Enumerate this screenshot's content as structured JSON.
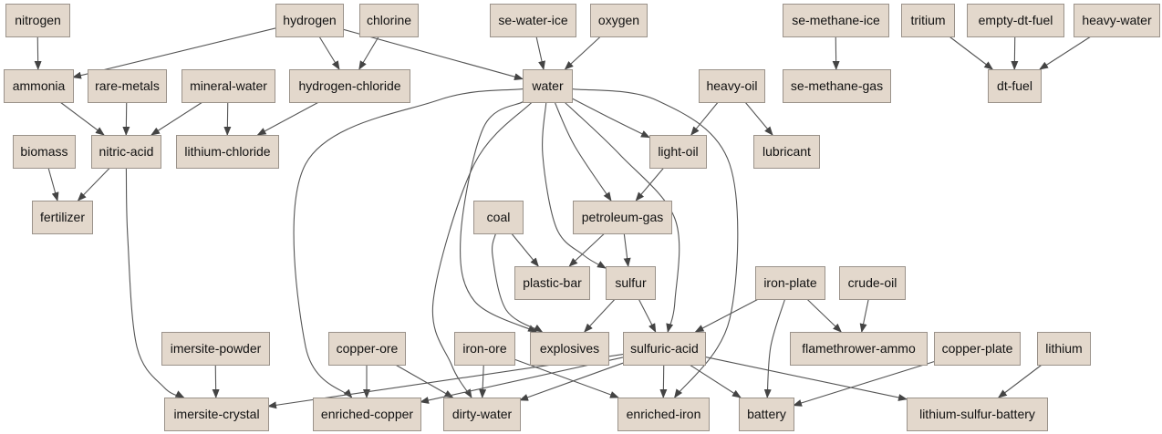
{
  "diagram": {
    "nodes": [
      {
        "id": "nitrogen",
        "label": "nitrogen"
      },
      {
        "id": "hydrogen",
        "label": "hydrogen"
      },
      {
        "id": "chlorine",
        "label": "chlorine"
      },
      {
        "id": "se-water-ice",
        "label": "se-water-ice"
      },
      {
        "id": "oxygen",
        "label": "oxygen"
      },
      {
        "id": "se-methane-ice",
        "label": "se-methane-ice"
      },
      {
        "id": "tritium",
        "label": "tritium"
      },
      {
        "id": "empty-dt-fuel",
        "label": "empty-dt-fuel"
      },
      {
        "id": "heavy-water",
        "label": "heavy-water"
      },
      {
        "id": "ammonia",
        "label": "ammonia"
      },
      {
        "id": "rare-metals",
        "label": "rare-metals"
      },
      {
        "id": "mineral-water",
        "label": "mineral-water"
      },
      {
        "id": "hydrogen-chloride",
        "label": "hydrogen-chloride"
      },
      {
        "id": "water",
        "label": "water"
      },
      {
        "id": "heavy-oil",
        "label": "heavy-oil"
      },
      {
        "id": "se-methane-gas",
        "label": "se-methane-gas"
      },
      {
        "id": "dt-fuel",
        "label": "dt-fuel"
      },
      {
        "id": "biomass",
        "label": "biomass"
      },
      {
        "id": "nitric-acid",
        "label": "nitric-acid"
      },
      {
        "id": "lithium-chloride",
        "label": "lithium-chloride"
      },
      {
        "id": "light-oil",
        "label": "light-oil"
      },
      {
        "id": "lubricant",
        "label": "lubricant"
      },
      {
        "id": "fertilizer",
        "label": "fertilizer"
      },
      {
        "id": "coal",
        "label": "coal"
      },
      {
        "id": "petroleum-gas",
        "label": "petroleum-gas"
      },
      {
        "id": "plastic-bar",
        "label": "plastic-bar"
      },
      {
        "id": "sulfur",
        "label": "sulfur"
      },
      {
        "id": "iron-plate",
        "label": "iron-plate"
      },
      {
        "id": "crude-oil",
        "label": "crude-oil"
      },
      {
        "id": "imersite-powder",
        "label": "imersite-powder"
      },
      {
        "id": "copper-ore",
        "label": "copper-ore"
      },
      {
        "id": "iron-ore",
        "label": "iron-ore"
      },
      {
        "id": "explosives",
        "label": "explosives"
      },
      {
        "id": "sulfuric-acid",
        "label": "sulfuric-acid"
      },
      {
        "id": "flamethrower-ammo",
        "label": "flamethrower-ammo"
      },
      {
        "id": "copper-plate",
        "label": "copper-plate"
      },
      {
        "id": "lithium",
        "label": "lithium"
      },
      {
        "id": "imersite-crystal",
        "label": "imersite-crystal"
      },
      {
        "id": "enriched-copper",
        "label": "enriched-copper"
      },
      {
        "id": "dirty-water",
        "label": "dirty-water"
      },
      {
        "id": "enriched-iron",
        "label": "enriched-iron"
      },
      {
        "id": "battery",
        "label": "battery"
      },
      {
        "id": "lithium-sulfur-battery",
        "label": "lithium-sulfur-battery"
      }
    ],
    "edges": [
      [
        "nitrogen",
        "ammonia"
      ],
      [
        "hydrogen",
        "ammonia"
      ],
      [
        "hydrogen",
        "hydrogen-chloride"
      ],
      [
        "hydrogen",
        "water"
      ],
      [
        "chlorine",
        "hydrogen-chloride"
      ],
      [
        "se-water-ice",
        "water"
      ],
      [
        "oxygen",
        "water"
      ],
      [
        "se-methane-ice",
        "se-methane-gas"
      ],
      [
        "tritium",
        "dt-fuel"
      ],
      [
        "empty-dt-fuel",
        "dt-fuel"
      ],
      [
        "heavy-water",
        "dt-fuel"
      ],
      [
        "ammonia",
        "nitric-acid"
      ],
      [
        "rare-metals",
        "nitric-acid"
      ],
      [
        "mineral-water",
        "nitric-acid"
      ],
      [
        "mineral-water",
        "lithium-chloride"
      ],
      [
        "hydrogen-chloride",
        "lithium-chloride"
      ],
      [
        "water",
        "light-oil"
      ],
      [
        "water",
        "petroleum-gas"
      ],
      [
        "water",
        "sulfur"
      ],
      [
        "water",
        "explosives"
      ],
      [
        "water",
        "sulfuric-acid"
      ],
      [
        "water",
        "enriched-copper"
      ],
      [
        "water",
        "dirty-water"
      ],
      [
        "water",
        "enriched-iron"
      ],
      [
        "heavy-oil",
        "light-oil"
      ],
      [
        "heavy-oil",
        "lubricant"
      ],
      [
        "biomass",
        "fertilizer"
      ],
      [
        "nitric-acid",
        "fertilizer"
      ],
      [
        "nitric-acid",
        "imersite-crystal"
      ],
      [
        "light-oil",
        "petroleum-gas"
      ],
      [
        "coal",
        "plastic-bar"
      ],
      [
        "coal",
        "explosives"
      ],
      [
        "petroleum-gas",
        "plastic-bar"
      ],
      [
        "petroleum-gas",
        "sulfur"
      ],
      [
        "sulfur",
        "explosives"
      ],
      [
        "sulfur",
        "sulfuric-acid"
      ],
      [
        "iron-plate",
        "sulfuric-acid"
      ],
      [
        "iron-plate",
        "flamethrower-ammo"
      ],
      [
        "iron-plate",
        "battery"
      ],
      [
        "crude-oil",
        "flamethrower-ammo"
      ],
      [
        "imersite-powder",
        "imersite-crystal"
      ],
      [
        "copper-ore",
        "enriched-copper"
      ],
      [
        "copper-ore",
        "dirty-water"
      ],
      [
        "iron-ore",
        "dirty-water"
      ],
      [
        "iron-ore",
        "enriched-iron"
      ],
      [
        "sulfuric-acid",
        "imersite-crystal"
      ],
      [
        "sulfuric-acid",
        "enriched-copper"
      ],
      [
        "sulfuric-acid",
        "dirty-water"
      ],
      [
        "sulfuric-acid",
        "enriched-iron"
      ],
      [
        "sulfuric-acid",
        "battery"
      ],
      [
        "sulfuric-acid",
        "lithium-sulfur-battery"
      ],
      [
        "copper-plate",
        "battery"
      ],
      [
        "lithium",
        "lithium-sulfur-battery"
      ]
    ],
    "colors": {
      "node_fill": "#e3d8cc",
      "node_border": "#9a928a",
      "edge": "#555555",
      "text": "#111111",
      "background": "#ffffff"
    }
  }
}
